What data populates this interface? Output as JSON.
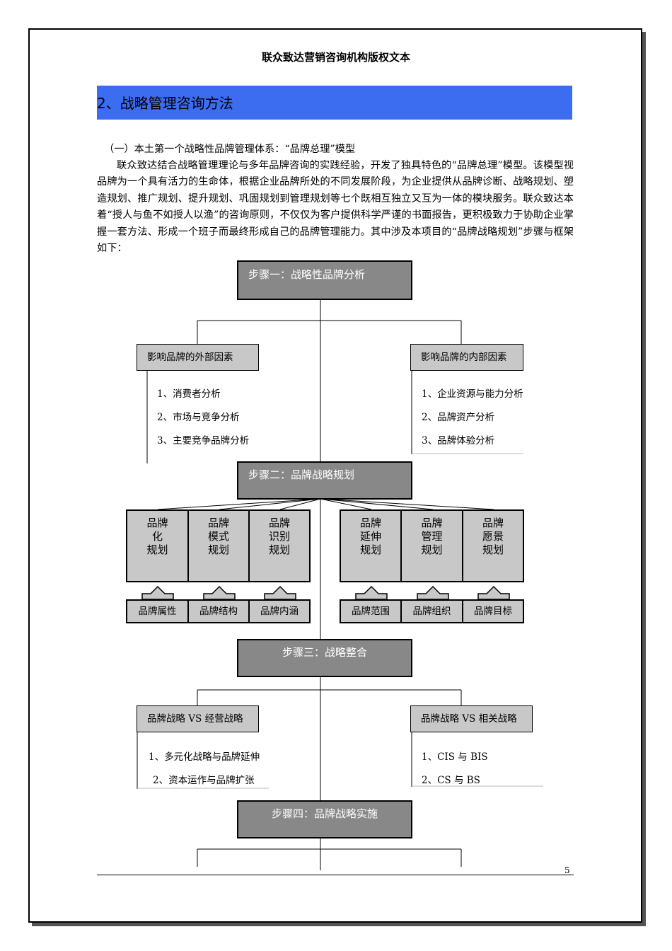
{
  "header": {
    "title": "联众致达营销咨询机构版权文本"
  },
  "section": {
    "title": "2、战略管理咨询方法"
  },
  "intro": {
    "subtitle": "（一）本土第一个战略性品牌管理体系：“品牌总理”模型",
    "body": "联众致达结合战略管理理论与多年品牌咨询的实践经验，开发了独具特色的“品牌总理”模型。该模型视品牌为一个具有活力的生命体，根据企业品牌所处的不同发展阶段，为企业提供从品牌诊断、战略规划、塑造规划、推广规划、提升规划、巩固规划到管理规划等七个既相互独立又互为一体的模块服务。联众致达本着“授人与鱼不如授人以渔”的咨询原则，不仅仅为客户提供科学严谨的书面报告，更积极致力于协助企业掌握一套方法、形成一个班子而最终形成自己的品牌管理能力。其中涉及本项目的“品牌战略规划”步骤与框架如下："
  },
  "diagram": {
    "step1": "步骤一：战略性品牌分析",
    "step1_left": {
      "title": "影响品牌的外部因素",
      "items": [
        "1、消费者分析",
        "2、市场与竞争分析",
        "3、主要竞争品牌分析"
      ]
    },
    "step1_right": {
      "title": "影响品牌的内部因素",
      "items": [
        "1、企业资源与能力分析",
        "2、品牌资产分析",
        "3、品牌体验分析"
      ]
    },
    "step2": "步骤二：品牌战略规划",
    "plans_left": [
      [
        "品牌",
        "化",
        "规划"
      ],
      [
        "品牌",
        "模式",
        "规划"
      ],
      [
        "品牌",
        "识别",
        "规划"
      ]
    ],
    "plans_right": [
      [
        "品牌",
        "延伸",
        "规划"
      ],
      [
        "品牌",
        "管理",
        "规划"
      ],
      [
        "品牌",
        "愿景",
        "规划"
      ]
    ],
    "tags_left": [
      "品牌属性",
      "品牌结构",
      "品牌内涵"
    ],
    "tags_right": [
      "品牌范围",
      "品牌组织",
      "品牌目标"
    ],
    "step3": "步骤三：战略整合",
    "step3_left": {
      "title": "品牌战略 VS 经营战略",
      "items": [
        "1、多元化战略与品牌延伸",
        "2、资本运作与品牌扩张"
      ]
    },
    "step3_right": {
      "title": "品牌战略 VS 相关战略",
      "items": [
        "1、CIS 与 BIS",
        "2、CS 与 BS"
      ]
    },
    "step4": "步骤四：品牌战略实施"
  },
  "footer": {
    "page_number": "5"
  }
}
